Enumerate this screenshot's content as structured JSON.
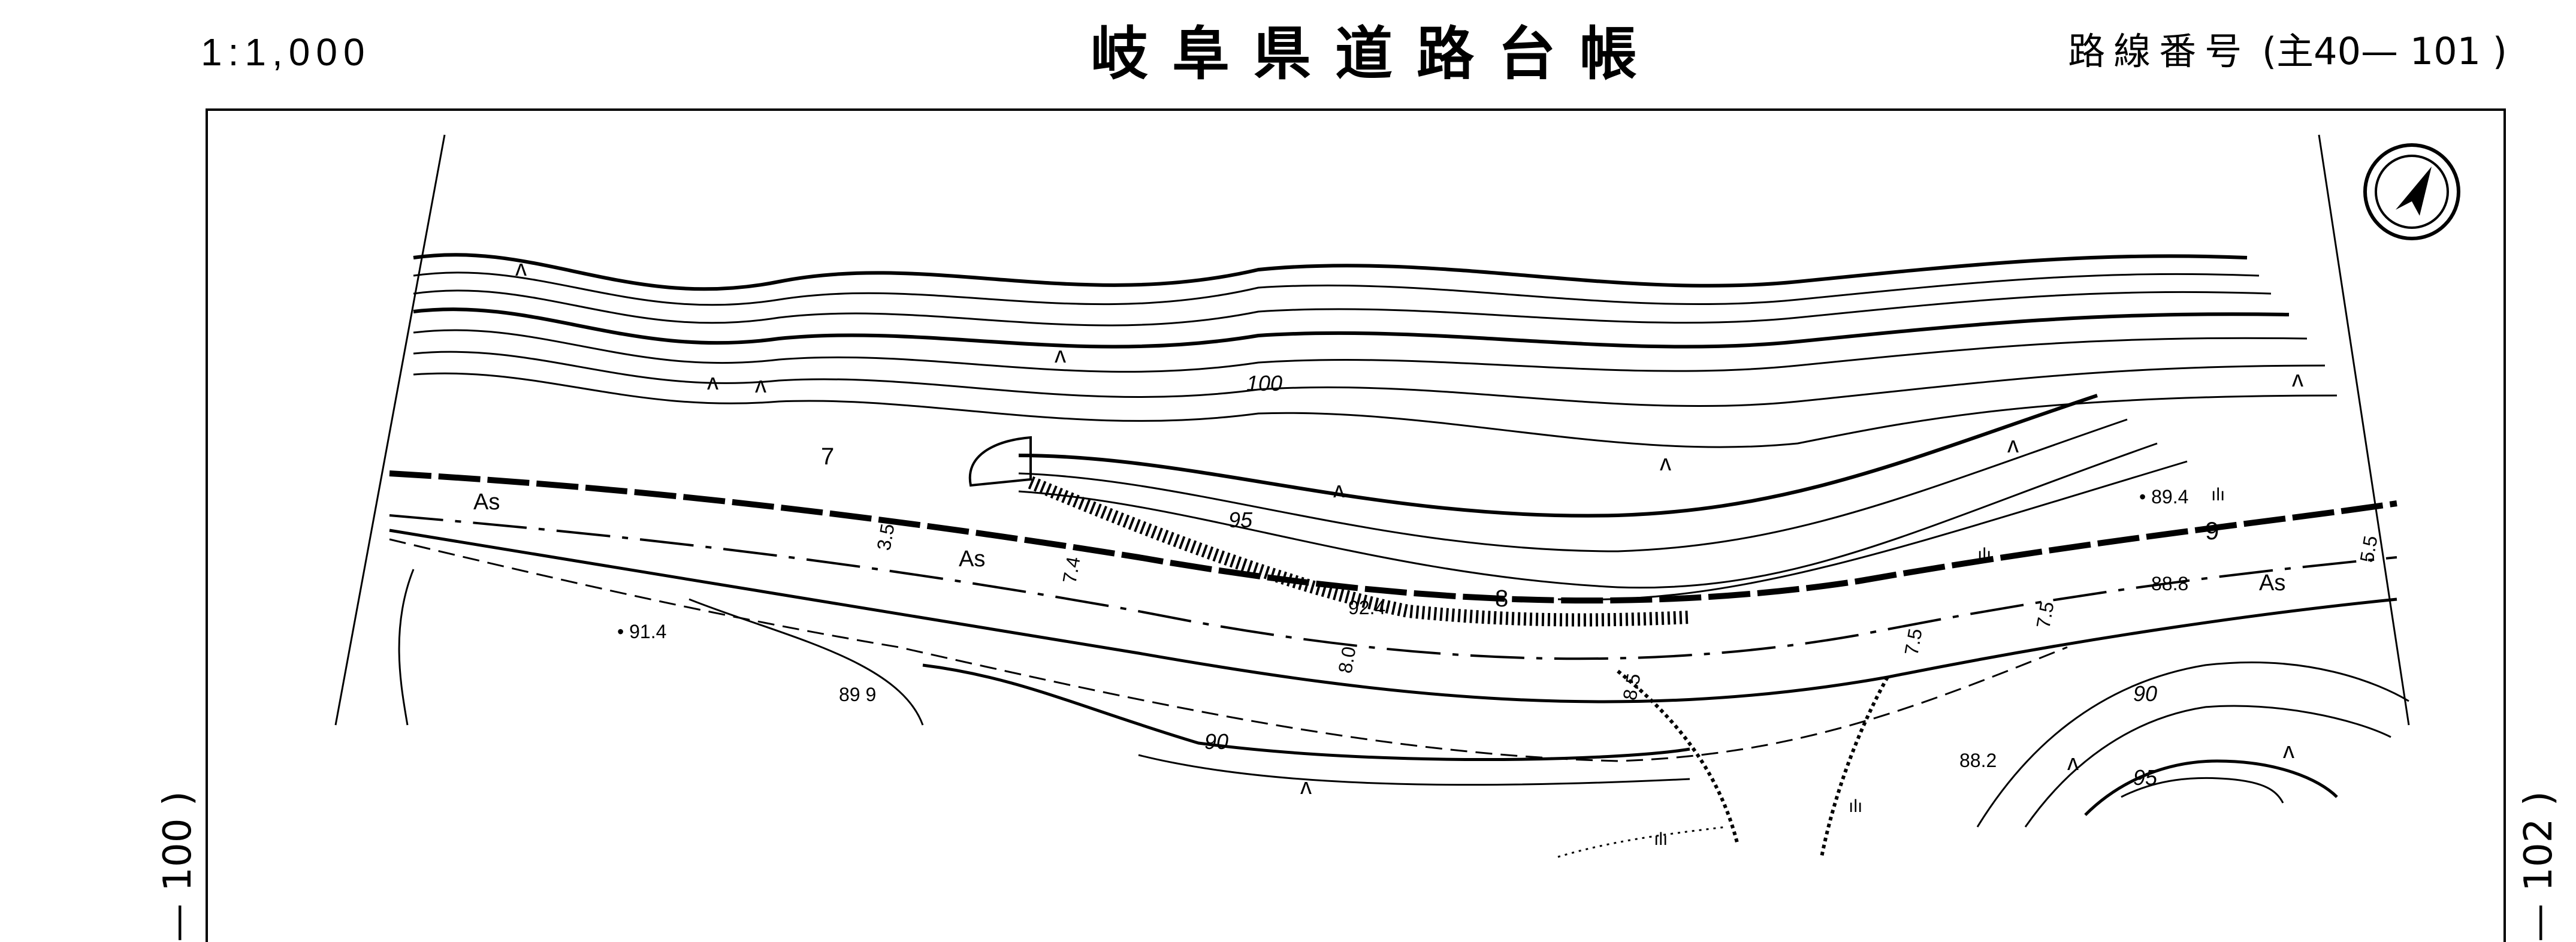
{
  "header": {
    "scale": "1:1,000",
    "title": "岐阜県道路台帳",
    "route_label": "路線番号",
    "route_number": "(主40— 101 )"
  },
  "edge_refs": {
    "left": "— 100 )",
    "right": "— 102 )"
  },
  "contours": {
    "top": "100",
    "mid": "95",
    "bottom_left": "90",
    "right_lower": "90",
    "right_small": "95"
  },
  "spot_heights": {
    "h1": "91.4",
    "h2": "89 9",
    "h3": "92.4",
    "h4": "89.4",
    "h5": "88.8",
    "h6": "88.2"
  },
  "pavement": {
    "a": "As",
    "b": "As",
    "c": "As"
  },
  "widths": {
    "w1": "7",
    "w2": "3.5",
    "w3": "7.4",
    "w4": "8",
    "w5": "8.0",
    "w6": "8.5",
    "w7": "7.5",
    "w8": "7.5",
    "w9": "9",
    "w10": "5.5"
  },
  "symbols": {
    "grass": "ʌ",
    "field": "ılı"
  }
}
